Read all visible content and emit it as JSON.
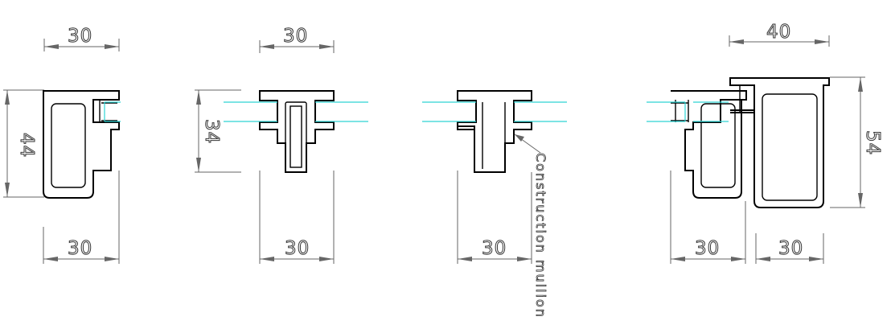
{
  "dimensions": {
    "d1_top": "30",
    "d1_left": "44",
    "d1_bottom": "30",
    "d2_top": "30",
    "d2_left": "34",
    "d2_bottom": "30",
    "d3_bottom": "30",
    "d4_top": "40",
    "d4_right": "54",
    "d4_bottom_left": "30",
    "d4_bottom_right": "30"
  },
  "annotations": {
    "construction_mullion": "Construction mullion"
  },
  "colors": {
    "glass_line": "#2dd4d4",
    "object_line": "#000000",
    "dimension_line": "#666666"
  }
}
